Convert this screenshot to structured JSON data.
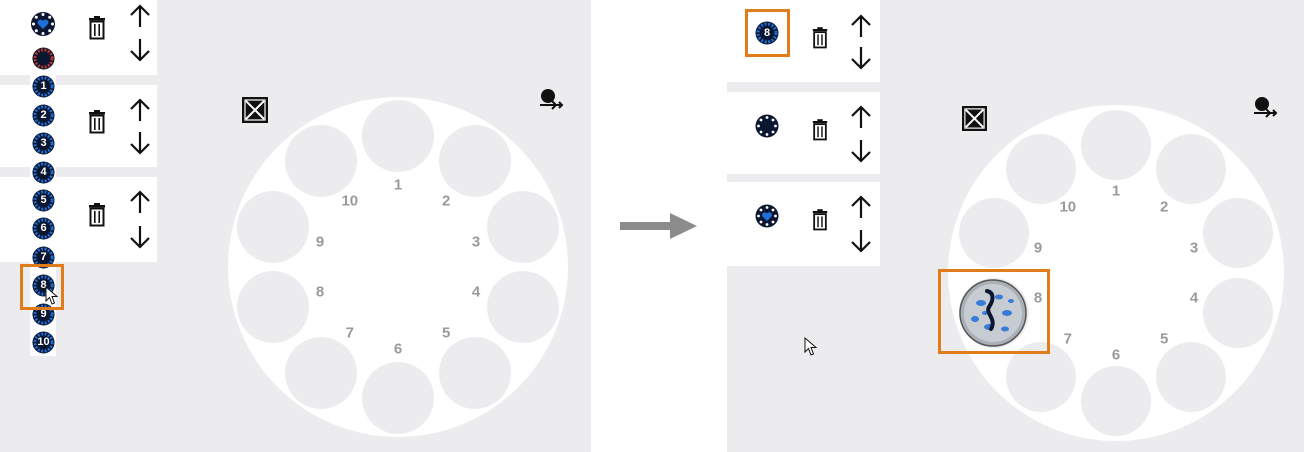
{
  "before": {
    "sample_rows": [
      {
        "icon": "sample-heart-icon",
        "delete_icon": "trash-icon",
        "up_icon": "arrow-up-icon",
        "down_icon": "arrow-down-icon"
      },
      {
        "icon": "sample-blank-icon",
        "delete_icon": "trash-icon",
        "up_icon": "arrow-up-icon",
        "down_icon": "arrow-down-icon"
      },
      {
        "icon": "sample-blank-icon",
        "delete_icon": "trash-icon",
        "up_icon": "arrow-up-icon",
        "down_icon": "arrow-down-icon"
      }
    ],
    "dropdown_options": [
      "",
      "1",
      "2",
      "3",
      "4",
      "5",
      "6",
      "7",
      "8",
      "9",
      "10"
    ],
    "dropdown_highlighted": "8",
    "wheel_positions": [
      "1",
      "2",
      "3",
      "4",
      "5",
      "6",
      "7",
      "8",
      "9",
      "10"
    ],
    "toolbar": {
      "clear_icon": "clear-slots-icon",
      "load_icon": "user-export-icon"
    }
  },
  "after": {
    "sample_rows": [
      {
        "icon_number": "8",
        "delete_icon": "trash-icon",
        "up_icon": "arrow-up-icon",
        "down_icon": "arrow-down-icon"
      },
      {
        "icon": "sample-blank-icon",
        "delete_icon": "trash-icon",
        "up_icon": "arrow-up-icon",
        "down_icon": "arrow-down-icon"
      },
      {
        "icon": "sample-heart-icon",
        "delete_icon": "trash-icon",
        "up_icon": "arrow-up-icon",
        "down_icon": "arrow-down-icon"
      }
    ],
    "wheel_positions": [
      "1",
      "2",
      "3",
      "4",
      "5",
      "6",
      "7",
      "8",
      "9",
      "10"
    ],
    "filled_position": "8",
    "filled_sample": "petri-dish-image",
    "toolbar": {
      "clear_icon": "clear-slots-icon",
      "load_icon": "user-export-icon"
    }
  },
  "transition_icon": "right-arrow-icon",
  "colors": {
    "panel_bg": "#ececee",
    "highlight": "#e07d1a",
    "sample_blue": "#1f6fd8",
    "sample_dark": "#0b1630",
    "label_gray": "#9a9a9a"
  }
}
